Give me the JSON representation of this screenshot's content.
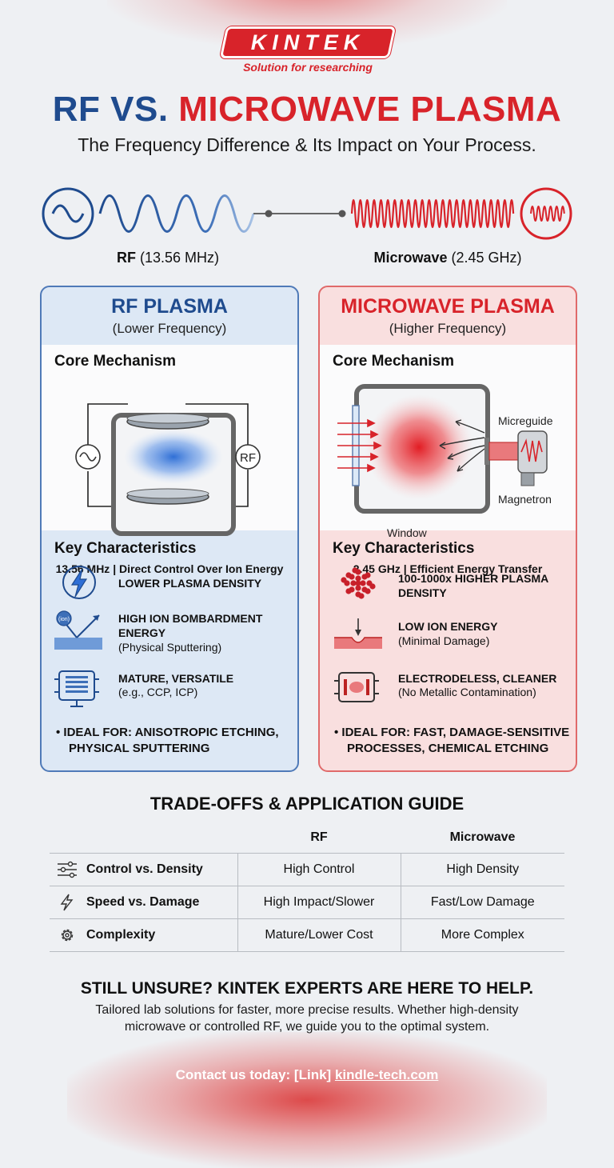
{
  "brand": {
    "logo": "KINTEK",
    "tagline": "Solution for researching"
  },
  "header": {
    "title_rf": "RF VS.",
    "title_mw": "MICROWAVE PLASMA",
    "subtitle": "The Frequency Difference & Its Impact on Your Process."
  },
  "frequencies": {
    "rf_name": "RF",
    "rf_value": "(13.56 MHz)",
    "mw_name": "Microwave",
    "mw_value": "(2.45 GHz)"
  },
  "rf_card": {
    "title": "RF PLASMA",
    "subtitle": "(Lower Frequency)",
    "mechanism_heading": "Core Mechanism",
    "diagram_rf_label": "RF",
    "caption": "13.56 MHz | Direct Control Over Ion Energy",
    "characteristics_heading": "Key Characteristics",
    "items": [
      {
        "title": "LOWER PLASMA DENSITY",
        "note": ""
      },
      {
        "title": "HIGH ION BOMBARDMENT ENERGY",
        "note": "(Physical Sputtering)"
      },
      {
        "title": "MATURE, VERSATILE",
        "note": "(e.g., CCP, ICP)"
      }
    ],
    "ion_label": "(ion)",
    "ideal_line1": "IDEAL FOR: ANISOTROPIC ETCHING,",
    "ideal_line2": "PHYSICAL SPUTTERING"
  },
  "mw_card": {
    "title": "MICROWAVE PLASMA",
    "subtitle": "(Higher Frequency)",
    "mechanism_heading": "Core Mechanism",
    "label_micreguide": "Micreguide",
    "label_window": "Window",
    "label_magnetron": "Magnetron",
    "caption": "2.45 GHz | Efficient Energy Transfer",
    "characteristics_heading": "Key Characteristics",
    "items": [
      {
        "title": "100-1000x HIGHER PLASMA DENSITY",
        "note": ""
      },
      {
        "title": "LOW ION ENERGY",
        "note": "(Minimal Damage)"
      },
      {
        "title": "ELECTRODELESS, CLEANER",
        "note": "(No Metallic Contamination)"
      }
    ],
    "ideal_line1": "IDEAL FOR: FAST, DAMAGE-SENSITIVE",
    "ideal_line2": "PROCESSES, CHEMICAL ETCHING"
  },
  "guide": {
    "title": "TRADE-OFFS & APPLICATION GUIDE",
    "col_rf": "RF",
    "col_mw": "Microwave",
    "rows": [
      {
        "icon": "sliders-icon",
        "label": "Control vs. Density",
        "rf": "High Control",
        "mw": "High Density"
      },
      {
        "icon": "lightning-icon",
        "label": "Speed vs. Damage",
        "rf": "High Impact/Slower",
        "mw": "Fast/Low Damage"
      },
      {
        "icon": "gear-icon",
        "label": "Complexity",
        "rf": "Mature/Lower Cost",
        "mw": "More Complex"
      }
    ]
  },
  "cta": {
    "title": "STILL UNSURE? KINTEK EXPERTS ARE HERE TO HELP.",
    "body": "Tailored lab solutions for faster, more precise results. Whether high-density microwave or controlled RF, we guide you to the optimal system.",
    "contact_prefix": "Contact us today: [Link]",
    "contact_link": "kindle-tech.com"
  },
  "colors": {
    "rf_blue": "#1f4b8e",
    "mw_red": "#d8232a",
    "rf_panel": "#dde8f5",
    "mw_panel": "#f9dfdf"
  }
}
